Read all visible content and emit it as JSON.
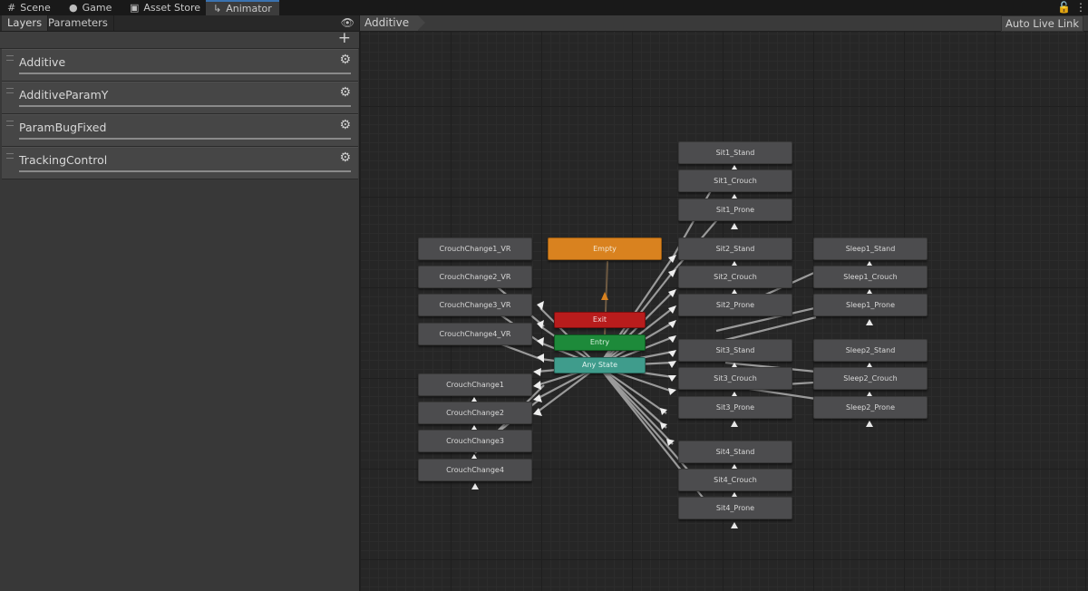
{
  "top_tabs": [
    {
      "label": "Scene",
      "icon": "grid-icon"
    },
    {
      "label": "Game",
      "icon": "gamepad-icon"
    },
    {
      "label": "Asset Store",
      "icon": "shopping-bag-icon"
    },
    {
      "label": "Animator",
      "icon": "animator-icon"
    }
  ],
  "left_tabs": {
    "layers": "Layers",
    "parameters": "Parameters"
  },
  "layers": [
    {
      "name": "Additive"
    },
    {
      "name": "AdditiveParamY"
    },
    {
      "name": "ParamBugFixed"
    },
    {
      "name": "TrackingControl"
    }
  ],
  "breadcrumb": "Additive",
  "auto_live_link": "Auto Live Link",
  "states": {
    "empty": "Empty",
    "exit": "Exit",
    "entry": "Entry",
    "any": "Any State",
    "cc1vr": "CrouchChange1_VR",
    "cc2vr": "CrouchChange2_VR",
    "cc3vr": "CrouchChange3_VR",
    "cc4vr": "CrouchChange4_VR",
    "cc1": "CrouchChange1",
    "cc2": "CrouchChange2",
    "cc3": "CrouchChange3",
    "cc4": "CrouchChange4",
    "s1s": "Sit1_Stand",
    "s1c": "Sit1_Crouch",
    "s1p": "Sit1_Prone",
    "s2s": "Sit2_Stand",
    "s2c": "Sit2_Crouch",
    "s2p": "Sit2_Prone",
    "s3s": "Sit3_Stand",
    "s3c": "Sit3_Crouch",
    "s3p": "Sit3_Prone",
    "s4s": "Sit4_Stand",
    "s4c": "Sit4_Crouch",
    "s4p": "Sit4_Prone",
    "sl1s": "Sleep1_Stand",
    "sl1c": "Sleep1_Crouch",
    "sl1p": "Sleep1_Prone",
    "sl2s": "Sleep2_Stand",
    "sl2c": "Sleep2_Crouch",
    "sl2p": "Sleep2_Prone"
  },
  "colors": {
    "empty": "#d9821f",
    "exit": "#b81c1c",
    "entry": "#1d8a3a",
    "any_state": "#3f9c8c",
    "active_tab_accent": "#3a72b0"
  }
}
